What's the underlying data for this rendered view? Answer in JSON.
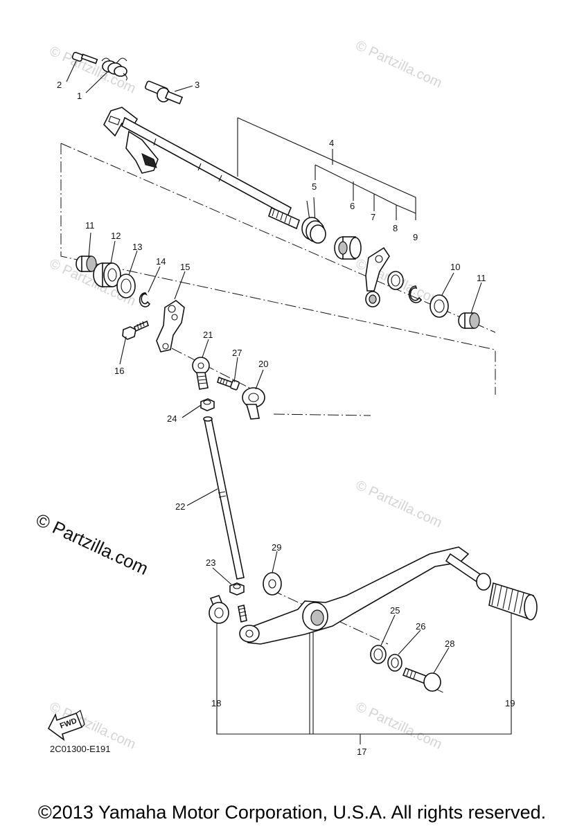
{
  "diagram": {
    "watermark_text": "© Partzilla.com",
    "diagram_code": "2C01300-E191",
    "copyright": "©2013 Yamaha Motor Corporation, U.S.A. All rights reserved.",
    "fwd_label": "FWD",
    "callouts": [
      "1",
      "2",
      "3",
      "4",
      "5",
      "6",
      "7",
      "8",
      "9",
      "10",
      "11",
      "11",
      "12",
      "13",
      "14",
      "15",
      "16",
      "17",
      "18",
      "19",
      "20",
      "21",
      "22",
      "23",
      "24",
      "25",
      "26",
      "27",
      "28",
      "29"
    ]
  }
}
